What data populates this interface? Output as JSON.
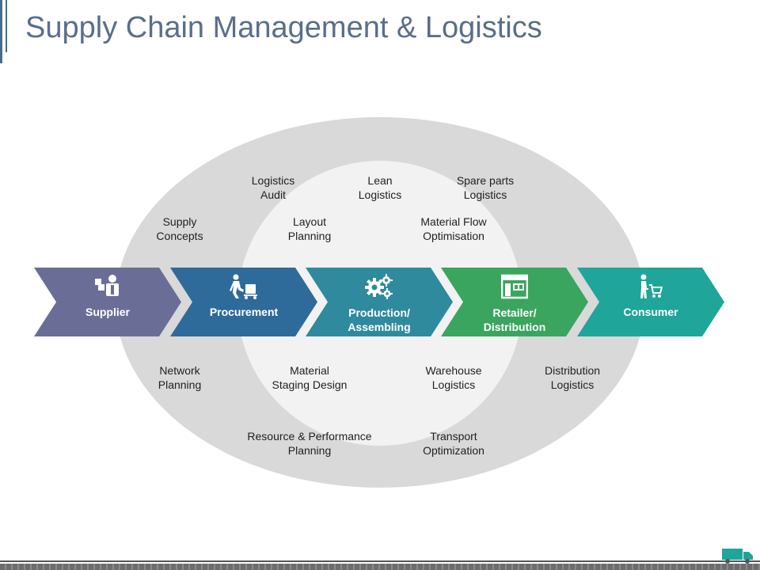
{
  "title": "Supply Chain Management & Logistics",
  "stages": [
    {
      "label_line1": "Supplier",
      "label_line2": "",
      "color": "#6a6e97",
      "icon": "supplier-icon"
    },
    {
      "label_line1": "Procurement",
      "label_line2": "",
      "color": "#2f6b9a",
      "icon": "procurement-icon"
    },
    {
      "label_line1": "Production/",
      "label_line2": "Assembling",
      "color": "#2f8a9e",
      "icon": "gears-icon"
    },
    {
      "label_line1": "Retailer/",
      "label_line2": "Distribution",
      "color": "#3aa55e",
      "icon": "store-icon"
    },
    {
      "label_line1": "Consumer",
      "label_line2": "",
      "color": "#1fa59a",
      "icon": "shopping-cart-icon"
    }
  ],
  "labels": {
    "logistics_audit": {
      "l1": "Logistics",
      "l2": "Audit"
    },
    "lean_logistics": {
      "l1": "Lean",
      "l2": "Logistics"
    },
    "spare_parts": {
      "l1": "Spare parts",
      "l2": "Logistics"
    },
    "supply_concepts": {
      "l1": "Supply",
      "l2": "Concepts"
    },
    "layout_planning": {
      "l1": "Layout",
      "l2": "Planning"
    },
    "material_flow": {
      "l1": "Material Flow",
      "l2": "Optimisation"
    },
    "network_planning": {
      "l1": "Network",
      "l2": "Planning"
    },
    "material_staging": {
      "l1": "Material",
      "l2": "Staging Design"
    },
    "warehouse_logistics": {
      "l1": "Warehouse",
      "l2": "Logistics"
    },
    "distribution_logistics": {
      "l1": "Distribution",
      "l2": "Logistics"
    },
    "resource_planning": {
      "l1": "Resource & Performance",
      "l2": "Planning"
    },
    "transport_optimization": {
      "l1": "Transport",
      "l2": "Optimization"
    }
  }
}
